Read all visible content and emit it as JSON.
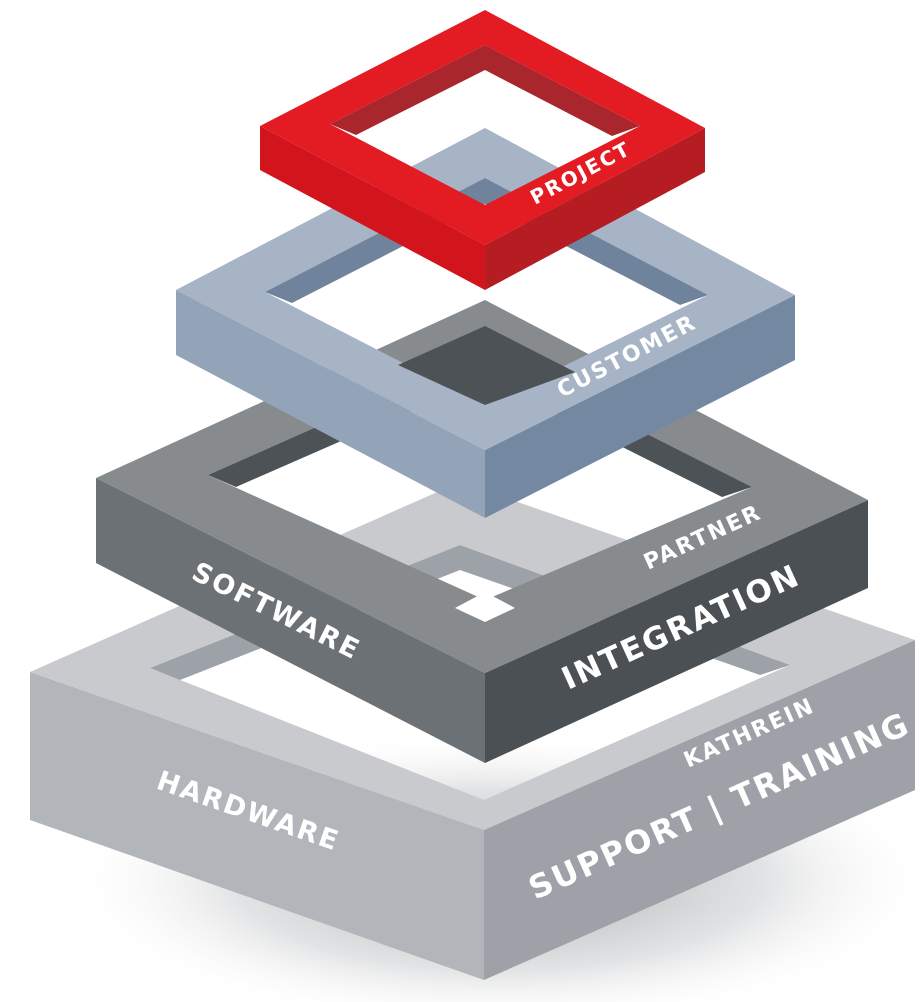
{
  "layers": [
    {
      "id": "hardware",
      "labels": {
        "left": "HARDWARE",
        "right_top": "KATHREIN",
        "right_front": "SUPPORT | TRAINING"
      },
      "colors": {
        "top": "#c8cacd",
        "inner_wall": "#9da2a8",
        "left_side": "#b2b5b9",
        "right_side": "#9ea2a8",
        "label": "#ffffff"
      }
    },
    {
      "id": "software",
      "labels": {
        "left": "SOFTWARE",
        "right_top": "PARTNER",
        "right_front": "INTEGRATION"
      },
      "colors": {
        "top": "#878b8e",
        "inner_wall": "#4c5256",
        "left_side": "#6c7175",
        "right_side": "#4a5054",
        "label": "#ffffff"
      }
    },
    {
      "id": "customer",
      "labels": {
        "right_front": "CUSTOMER"
      },
      "colors": {
        "top": "#a7b4c6",
        "inner_wall": "#70839c",
        "left_side": "#93a3b8",
        "right_side": "#7488a2",
        "label": "#ffffff"
      }
    },
    {
      "id": "project",
      "labels": {
        "right_front": "PROJECT"
      },
      "colors": {
        "top": "#e31b23",
        "inner_wall": "#a9262c",
        "left_side": "#d2151c",
        "right_side": "#b51d22",
        "label": "#ffffff"
      }
    }
  ]
}
